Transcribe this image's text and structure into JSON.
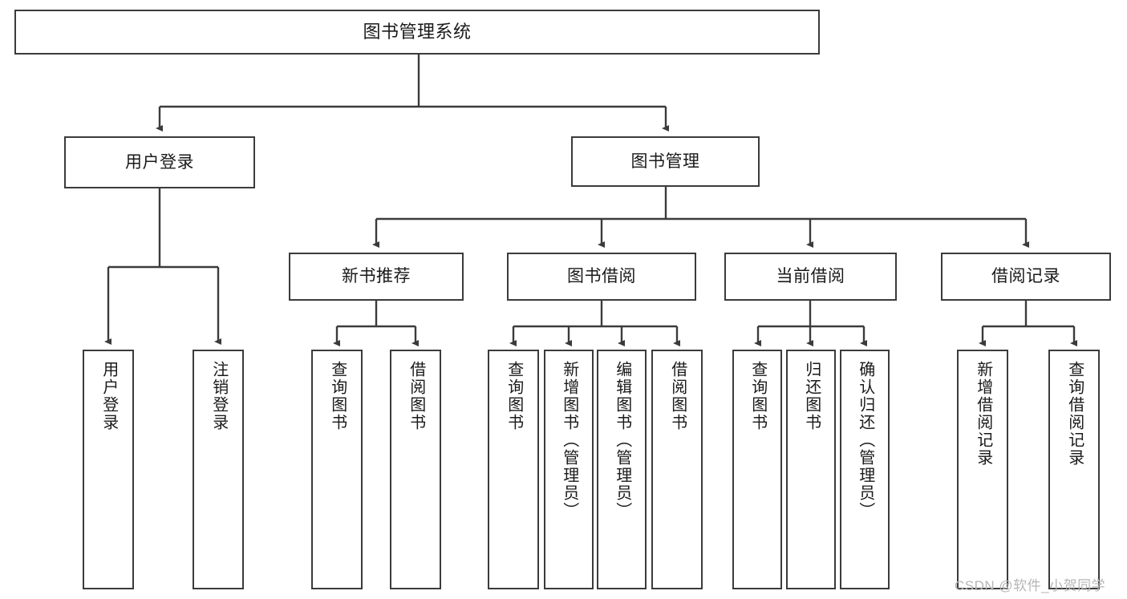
{
  "diagram": {
    "title": "图书管理系统",
    "type": "tree-hierarchy",
    "root": {
      "label": "图书管理系统"
    },
    "level2": [
      {
        "label": "用户登录"
      },
      {
        "label": "图书管理"
      }
    ],
    "level3": [
      {
        "label": "新书推荐"
      },
      {
        "label": "图书借阅"
      },
      {
        "label": "当前借阅"
      },
      {
        "label": "借阅记录"
      }
    ],
    "leaves": {
      "user_login": [
        {
          "label": "用户登录"
        },
        {
          "label": "注销登录"
        }
      ],
      "new_book_recommend": [
        {
          "label": "查询图书"
        },
        {
          "label": "借阅图书"
        }
      ],
      "book_borrow": [
        {
          "label": "查询图书"
        },
        {
          "label": "新增图书（管理员）"
        },
        {
          "label": "编辑图书（管理员）"
        },
        {
          "label": "借阅图书"
        }
      ],
      "current_borrow": [
        {
          "label": "查询图书"
        },
        {
          "label": "归还图书"
        },
        {
          "label": "确认归还（管理员）"
        }
      ],
      "borrow_record": [
        {
          "label": "新增借阅记录"
        },
        {
          "label": "查询借阅记录"
        }
      ]
    }
  },
  "watermark": {
    "text": "CSDN @软件_小贺同学"
  },
  "colors": {
    "stroke": "#3b3b3b",
    "fill": "#ffffff",
    "text": "#1a1a1a",
    "watermark": "#b6b6b6"
  }
}
